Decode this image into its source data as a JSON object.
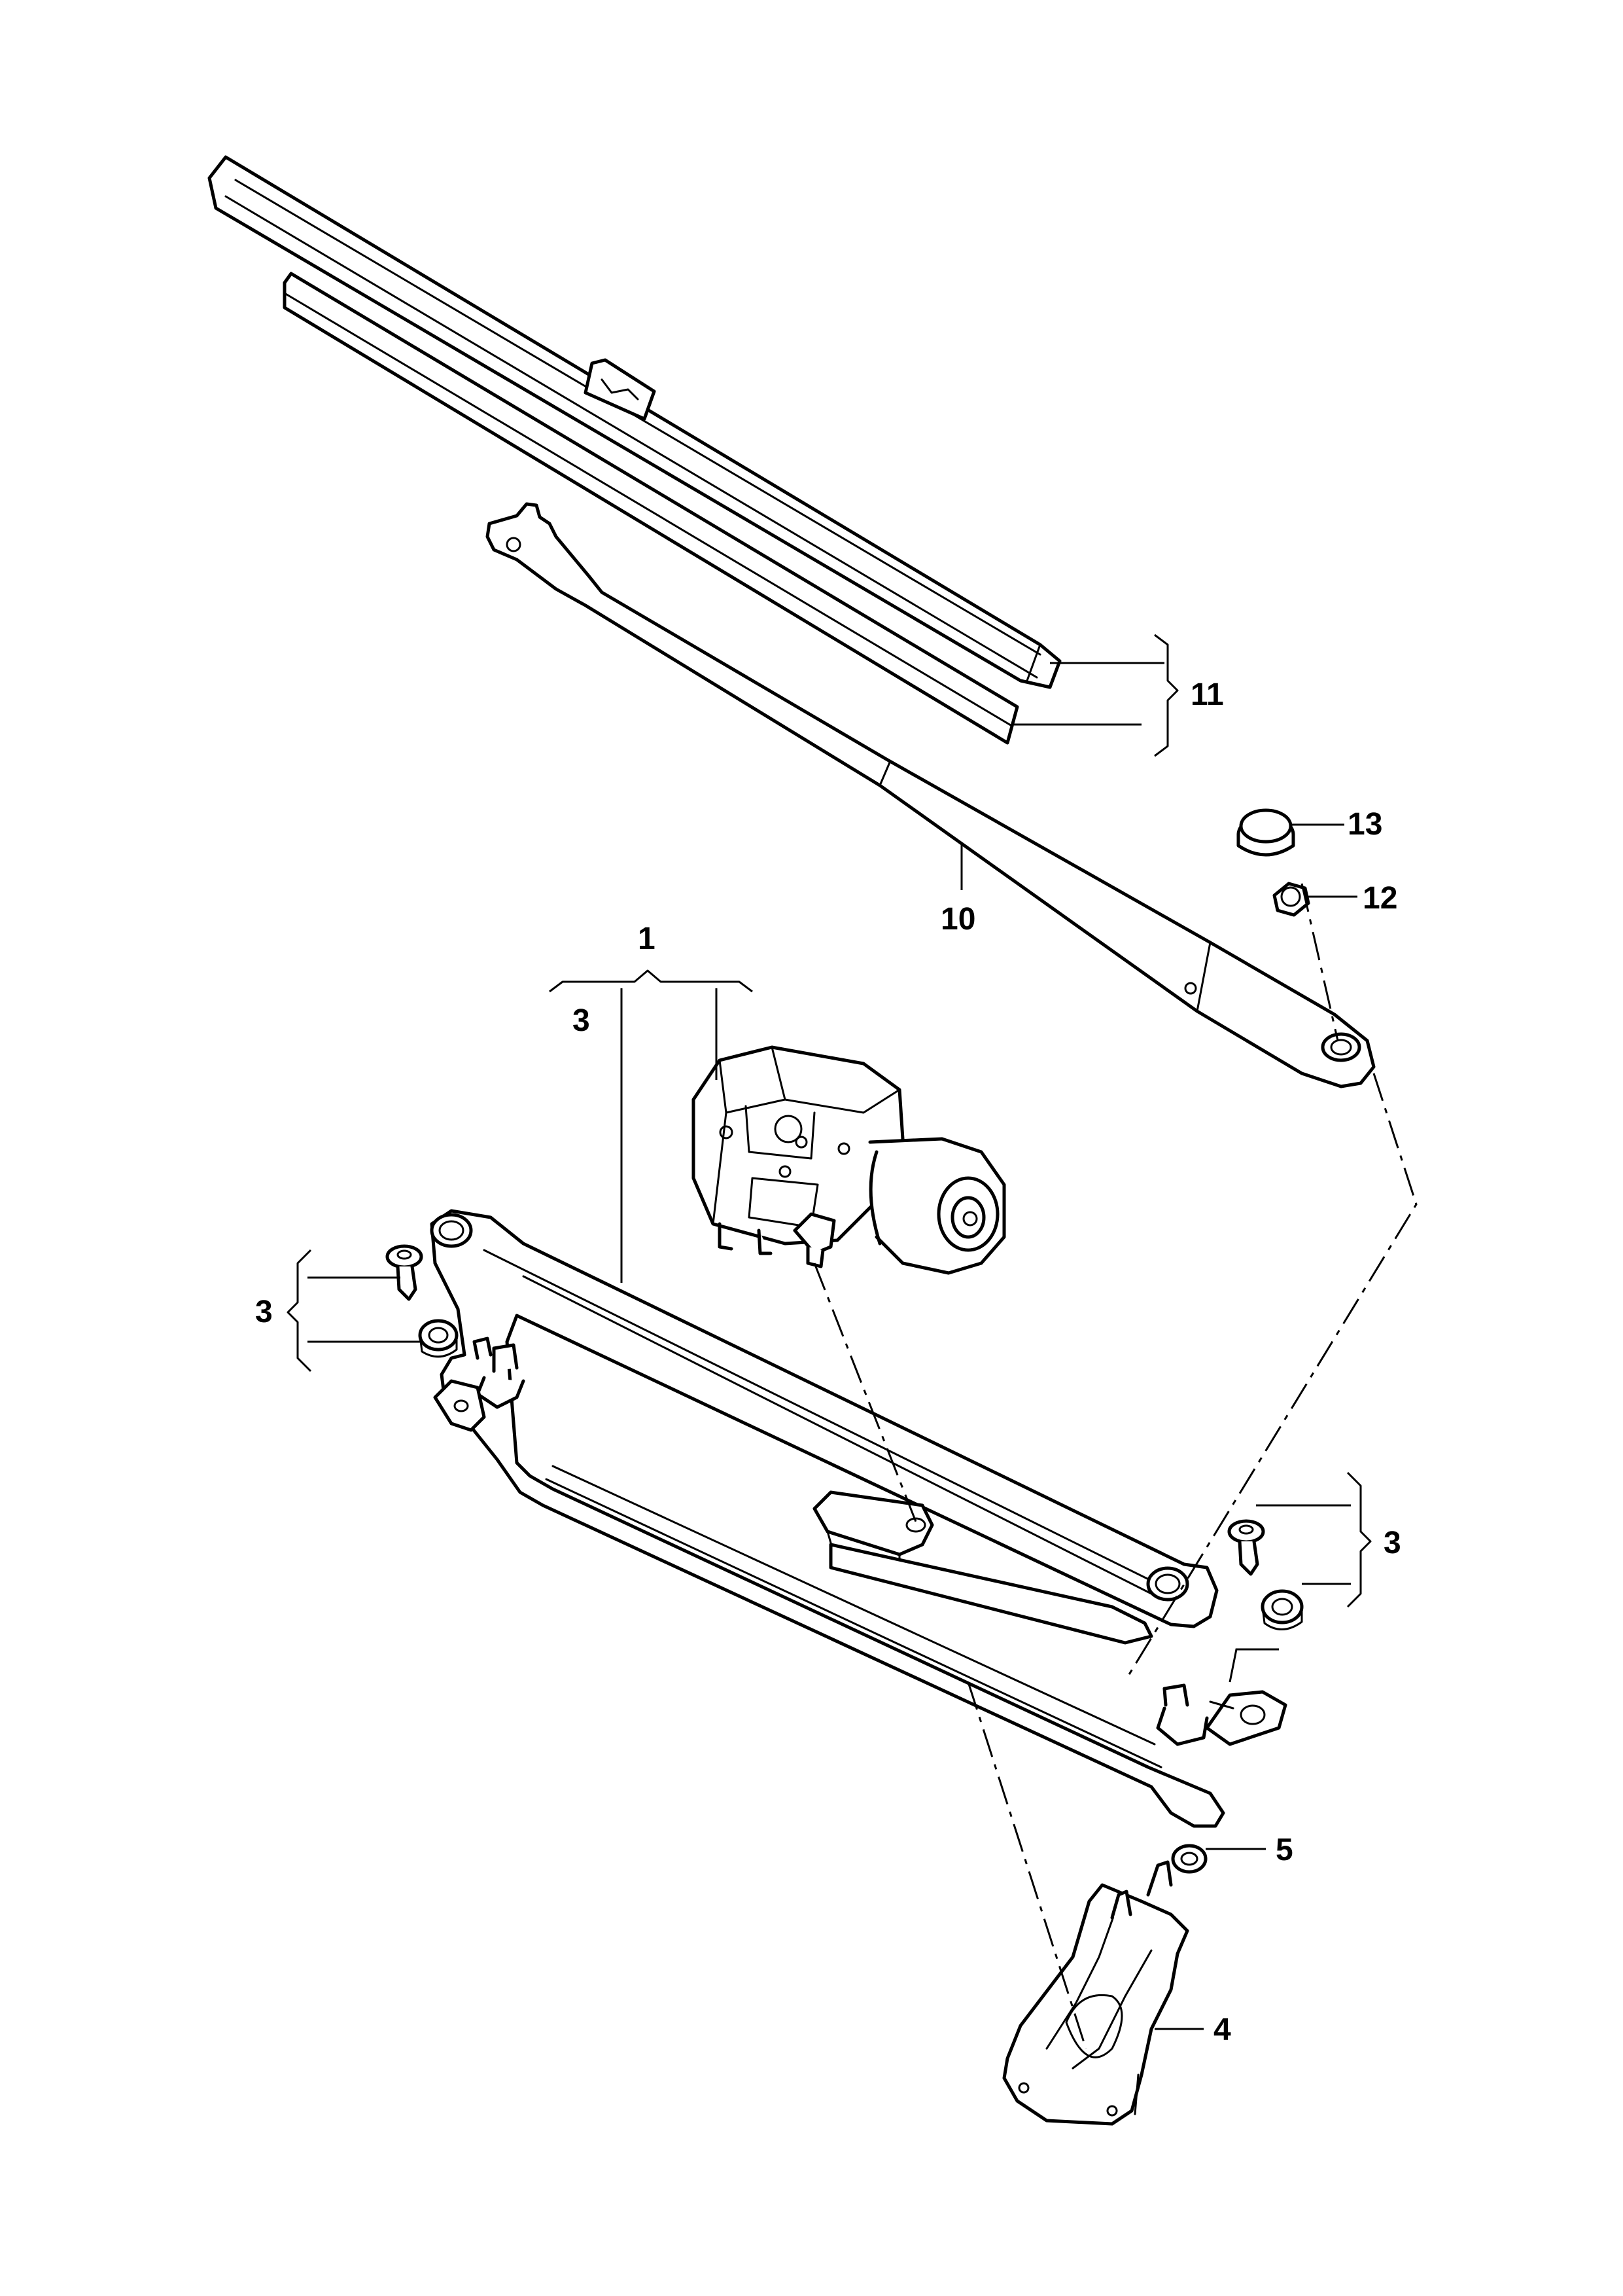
{
  "callouts": {
    "c1": "1",
    "c3_assembly": "3",
    "c3_left": "3",
    "c3_right": "3",
    "c4": "4",
    "c5": "5",
    "c10": "10",
    "c11": "11",
    "c12": "12",
    "c13": "13"
  },
  "colors": {
    "line": "#000000",
    "background": "#ffffff"
  }
}
